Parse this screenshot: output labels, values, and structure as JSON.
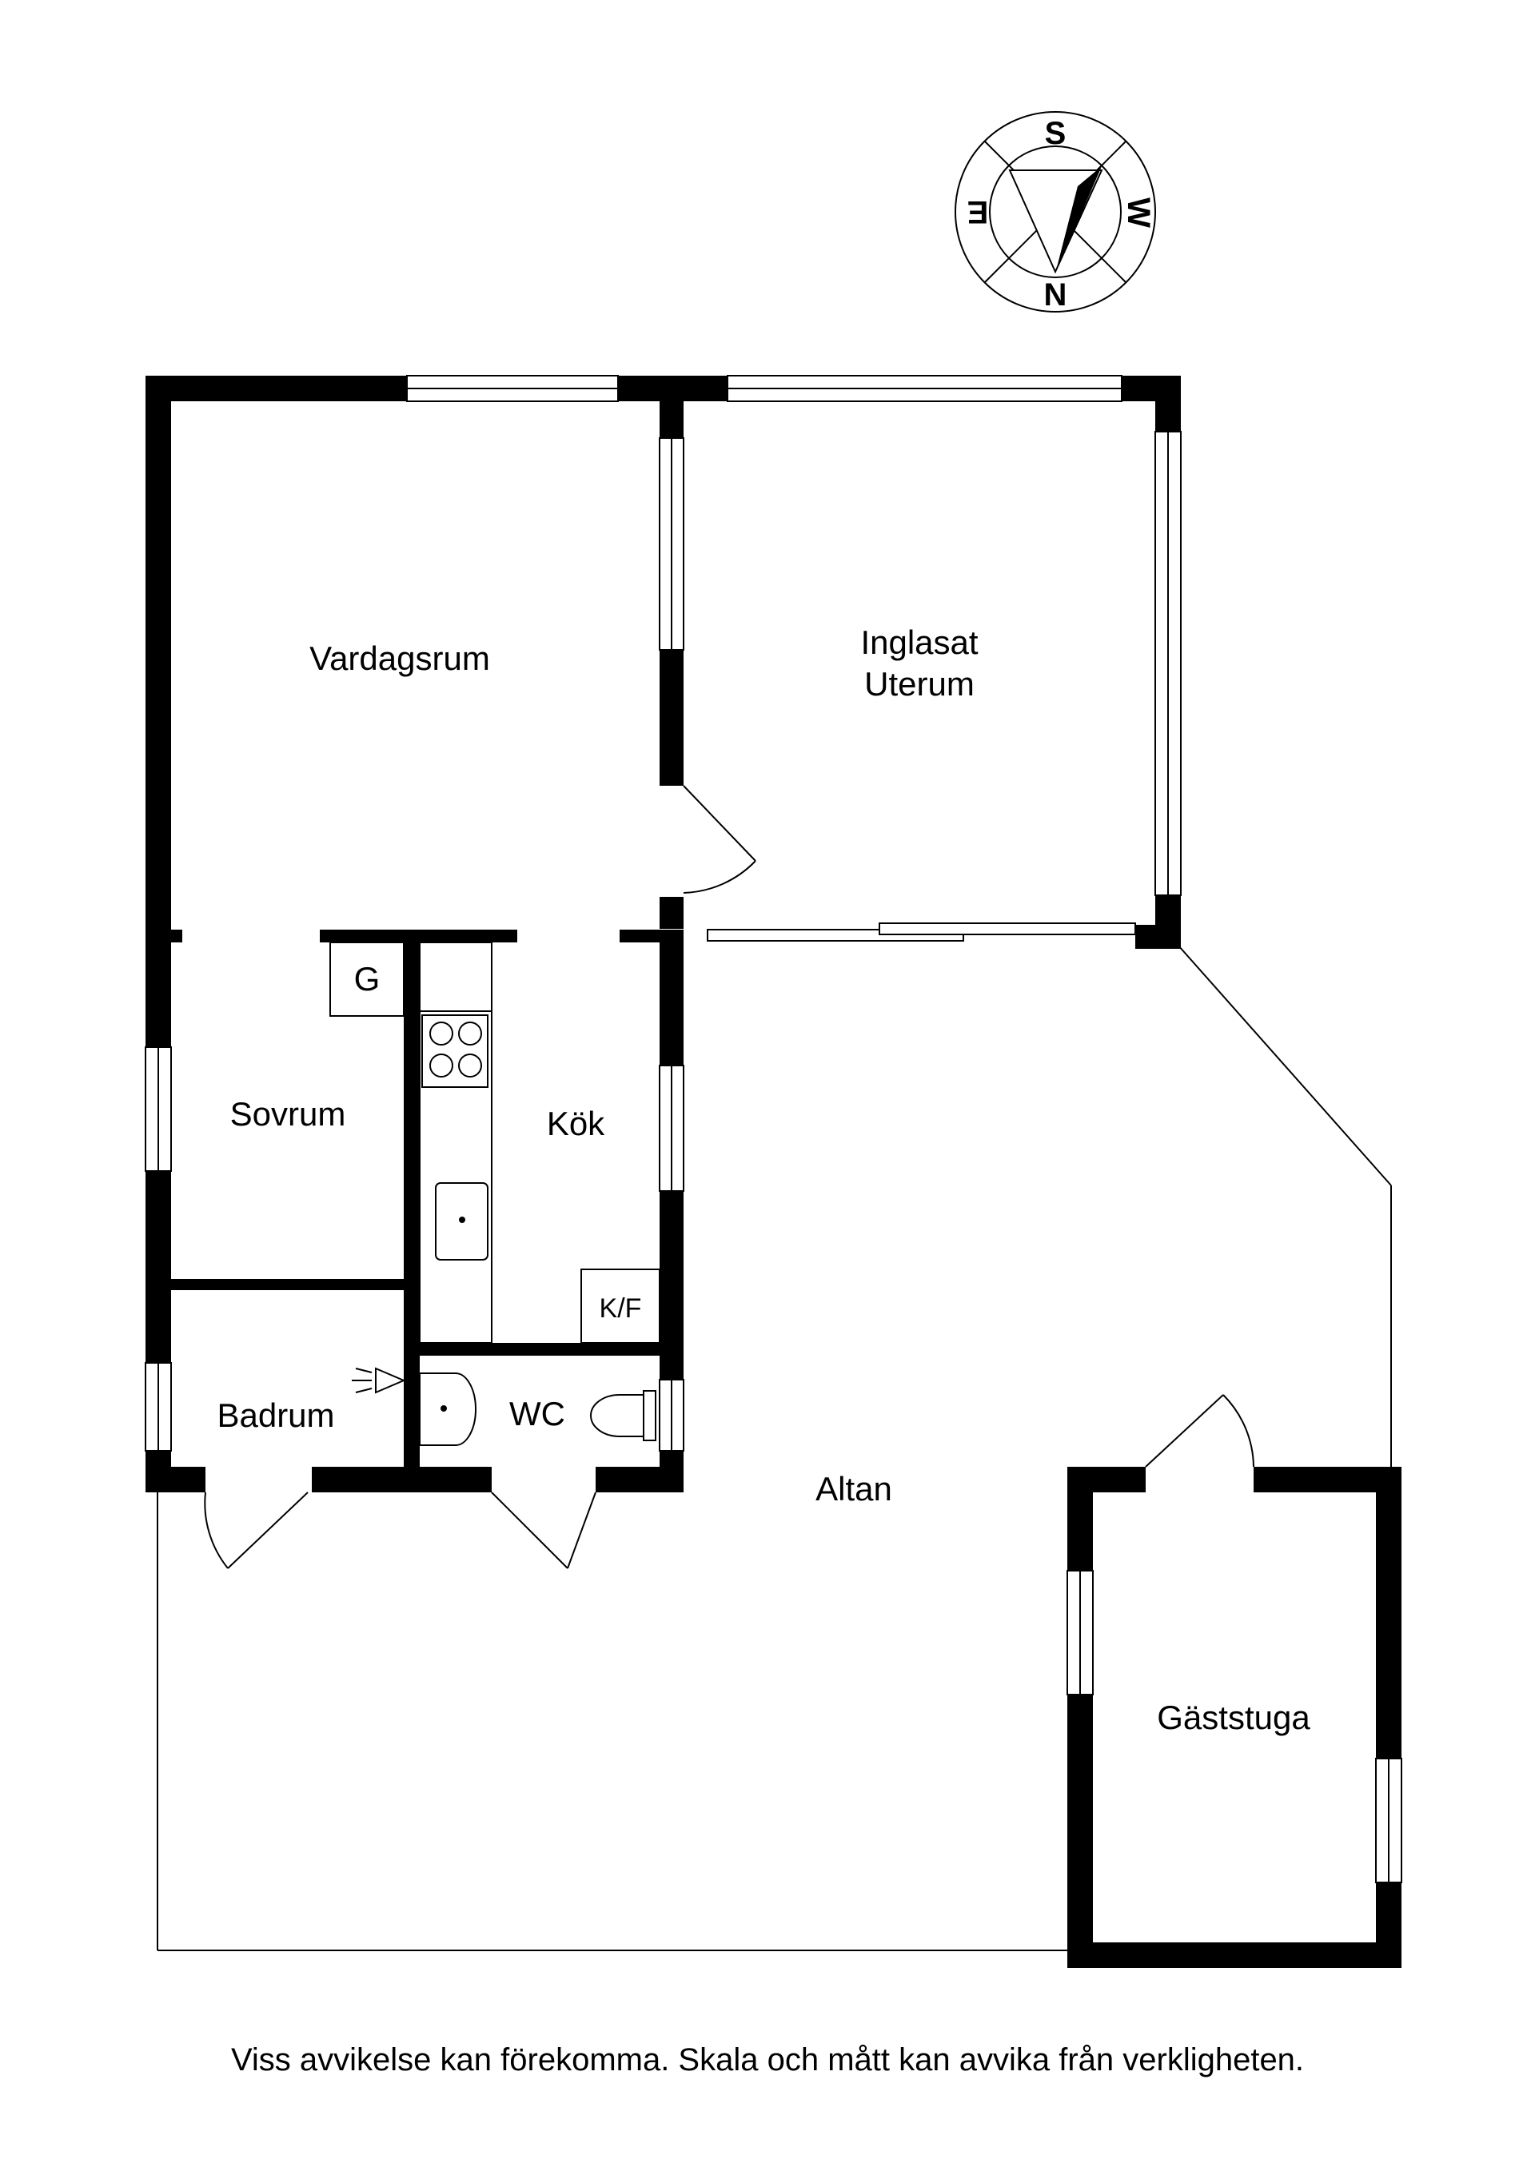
{
  "compass": {
    "north": "N",
    "south": "S",
    "east": "E",
    "west": "W"
  },
  "rooms": {
    "vardagsrum": "Vardagsrum",
    "uterum_line1": "Inglasat",
    "uterum_line2": "Uterum",
    "sovrum": "Sovrum",
    "kok": "Kök",
    "badrum": "Badrum",
    "wc": "WC",
    "altan": "Altan",
    "gaststuga": "Gäststuga"
  },
  "fixtures": {
    "g": "G",
    "kf": "K/F"
  },
  "disclaimer": "Viss avvikelse kan förekomma. Skala och mått kan avvika från verkligheten."
}
